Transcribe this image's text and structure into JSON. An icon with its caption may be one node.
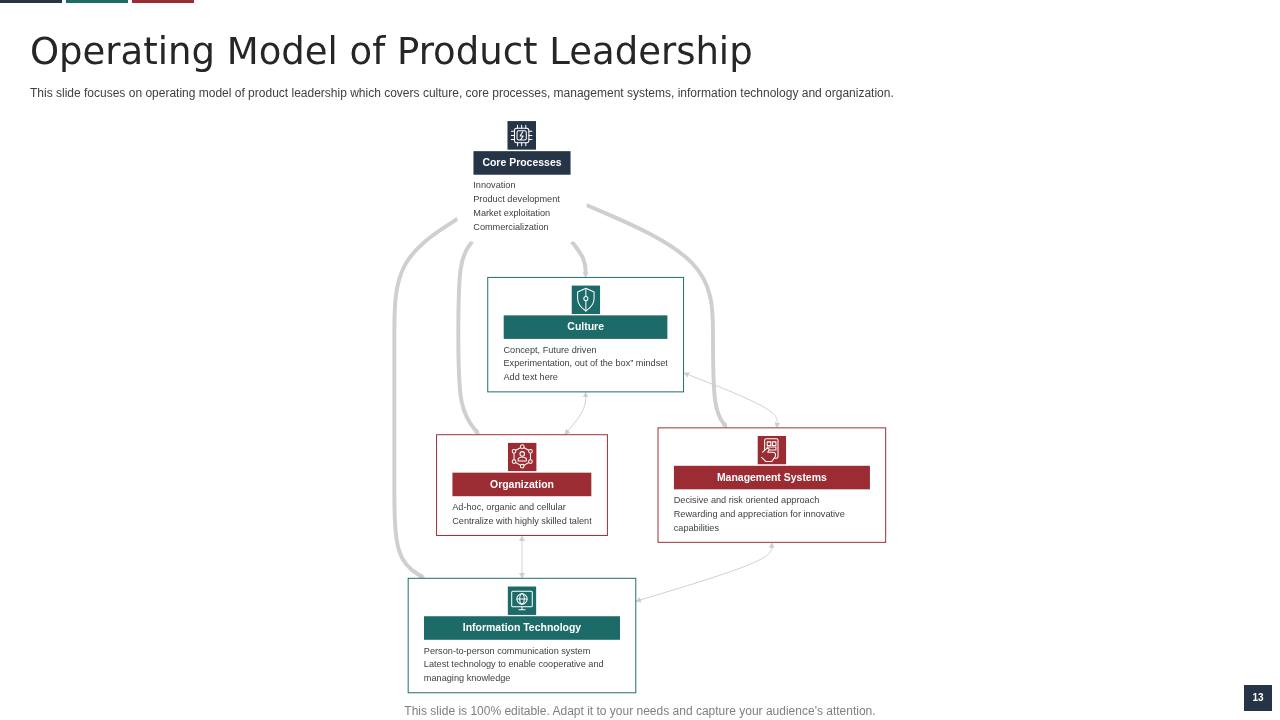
{
  "diagram": {
    "title": "Operating Model of Product Leadership",
    "nodes": [
      {
        "text": [
          "Culture",
          "Concept, Future driven",
          "Experimentation, out of the box” mindset",
          "Add text here"
        ]
      },
      {
        "text": [
          "Organization",
          "Ad-hoc, organic and cellular",
          "Centralize with highly skilled talent"
        ]
      },
      {
        "text": [
          "Core Processes",
          "Innovation",
          "Product development",
          "Market exploitation",
          "Commercialization"
        ]
      },
      {
        "text": [
          "Management Systems",
          "Decisive and risk oriented approach",
          "Rewarding and appreciation for innovative capabilities"
        ]
      },
      {
        "text": [
          "Information Technology",
          "Person-to-person communication system",
          "Latest technology to enable cooperative and managing knowledge"
        ]
      }
    ],
    "edges": [
      {
        "from": 2,
        "to": 0,
        "arrow": "to",
        "style": "thick"
      },
      {
        "from": 2,
        "to": 1,
        "arrow": "to",
        "style": "thick"
      },
      {
        "from": 2,
        "to": 3,
        "arrow": "to",
        "style": "thick"
      },
      {
        "from": 2,
        "to": 4,
        "arrow": "to",
        "style": "thick"
      },
      {
        "from": 0,
        "to": 1,
        "arrow": "both"
      },
      {
        "from": 0,
        "to": 3,
        "arrow": "both"
      },
      {
        "from": 1,
        "to": 4,
        "arrow": "both"
      },
      {
        "from": 3,
        "to": 4,
        "arrow": "both"
      }
    ],
    "labels": [
      "This slide focuses on operating model of product leadership which covers culture, core processes, management systems, information technology and organization.",
      "This slide is 100% editable. Adapt it to your needs and capture your audience's attention.",
      "13"
    ]
  }
}
